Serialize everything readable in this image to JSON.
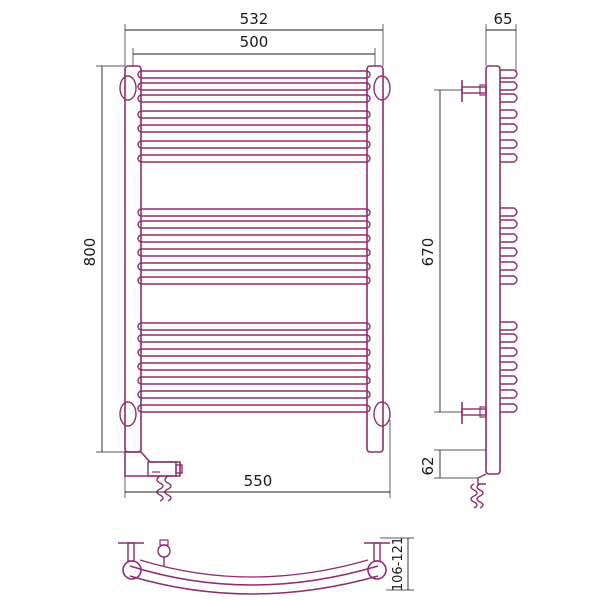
{
  "colors": {
    "stroke": "#8e2e6a",
    "dimension": "#222222",
    "background": "#ffffff"
  },
  "dimensions": {
    "overall_width": "532",
    "inner_width": "500",
    "bottom_width": "550",
    "height": "800",
    "mount_spacing": "670",
    "depth": "65",
    "bottom_offset": "62",
    "wall_distance": "106-121"
  }
}
